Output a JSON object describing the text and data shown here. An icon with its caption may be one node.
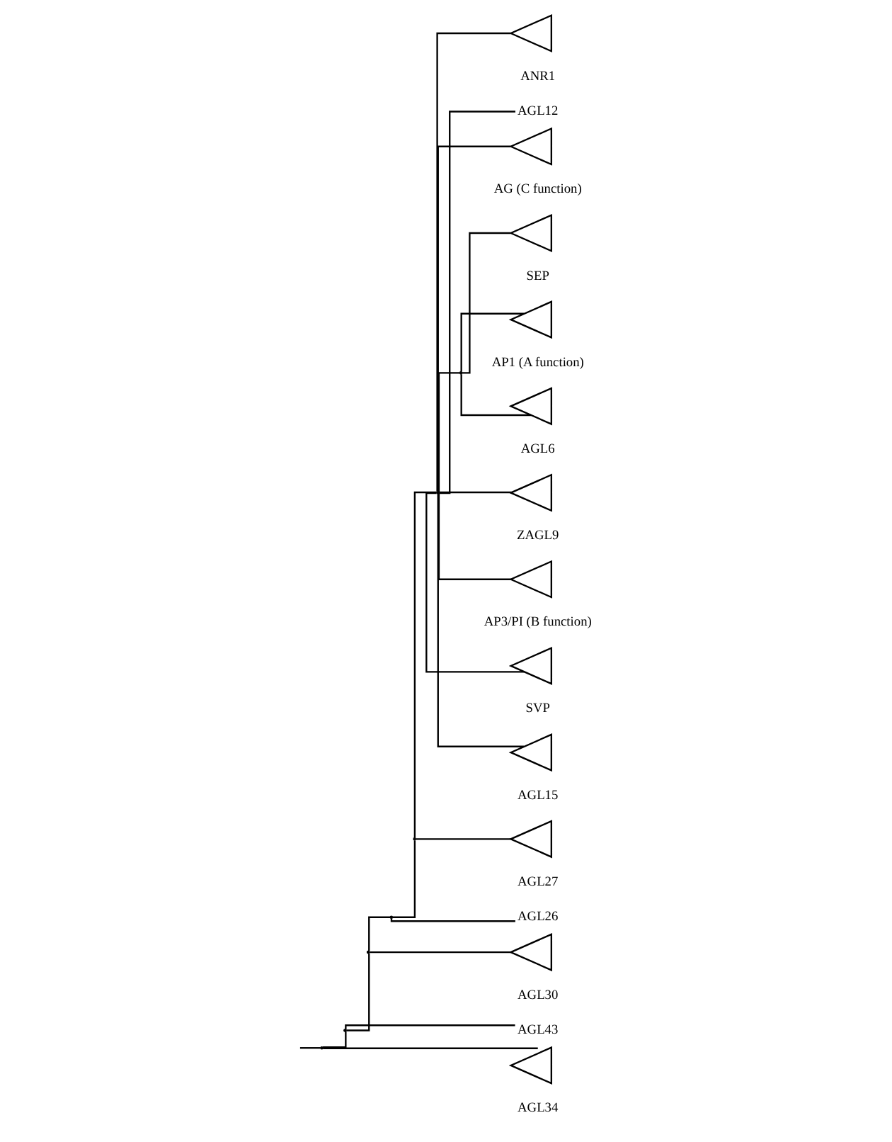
{
  "diagram": {
    "nodes": [
      {
        "text": [],
        "shape": "point"
      },
      {
        "text": [],
        "shape": "point"
      },
      {
        "text": [],
        "shape": "point"
      },
      {
        "text": [],
        "shape": "point"
      },
      {
        "text": [],
        "shape": "point"
      },
      {
        "text": [],
        "shape": "point"
      },
      {
        "text": [],
        "shape": "triangle",
        "beside": [
          "ANR1"
        ]
      },
      {
        "text": [
          "AGL12"
        ]
      },
      {
        "text": [],
        "shape": "triangle",
        "beside": [
          "AG (C function)"
        ]
      },
      {
        "text": [],
        "shape": "point"
      },
      {
        "text": [],
        "shape": "triangle",
        "beside": [
          "SEP"
        ]
      },
      {
        "text": [],
        "shape": "triangle",
        "beside": [
          "AP1 (A function)"
        ]
      },
      {
        "text": [],
        "shape": "triangle",
        "beside": [
          "AGL6"
        ]
      },
      {
        "text": [],
        "shape": "triangle",
        "beside": [
          "ZAGL9"
        ]
      },
      {
        "text": [],
        "shape": "triangle",
        "beside": [
          "AP3/PI (B function)"
        ]
      },
      {
        "text": [],
        "shape": "triangle",
        "beside": [
          "SVP"
        ]
      },
      {
        "text": [],
        "shape": "triangle",
        "beside": [
          "AGL15"
        ]
      },
      {
        "text": [],
        "shape": "triangle",
        "beside": [
          "AGL27"
        ]
      },
      {
        "text": [
          "AGL26"
        ]
      },
      {
        "text": [],
        "shape": "triangle",
        "beside": [
          "AGL30"
        ]
      },
      {
        "text": [
          "AGL43"
        ]
      },
      {
        "text": [],
        "shape": "triangle",
        "beside": [
          "AGL34"
        ]
      }
    ],
    "edges": [
      {
        "from": null,
        "to": 0,
        "arrow": "none"
      },
      {
        "from": 0,
        "to": 1,
        "arrow": "none"
      },
      {
        "from": 1,
        "to": 2,
        "arrow": "none"
      },
      {
        "from": 2,
        "to": 3,
        "arrow": "none"
      },
      {
        "from": 3,
        "to": 4,
        "arrow": "none"
      },
      {
        "from": 4,
        "to": 5,
        "arrow": "none"
      },
      {
        "from": 5,
        "to": 6,
        "arrow": "none"
      },
      {
        "from": 5,
        "to": 7,
        "arrow": "none"
      },
      {
        "from": 5,
        "to": 8,
        "arrow": "none"
      },
      {
        "from": 5,
        "to": 9,
        "arrow": "none"
      },
      {
        "from": 9,
        "to": 10,
        "arrow": "none"
      },
      {
        "from": 9,
        "to": 11,
        "arrow": "none"
      },
      {
        "from": 9,
        "to": 12,
        "arrow": "none"
      },
      {
        "from": 5,
        "to": 13,
        "arrow": "none"
      },
      {
        "from": 5,
        "to": 14,
        "arrow": "none"
      },
      {
        "from": 5,
        "to": 15,
        "arrow": "none"
      },
      {
        "from": 5,
        "to": 16,
        "arrow": "none"
      },
      {
        "from": 4,
        "to": 17,
        "arrow": "none"
      },
      {
        "from": 3,
        "to": 18,
        "arrow": "none"
      },
      {
        "from": 2,
        "to": 19,
        "arrow": "none"
      },
      {
        "from": 1,
        "to": 20,
        "arrow": "none"
      },
      {
        "from": 0,
        "to": 21,
        "arrow": "none"
      }
    ]
  }
}
